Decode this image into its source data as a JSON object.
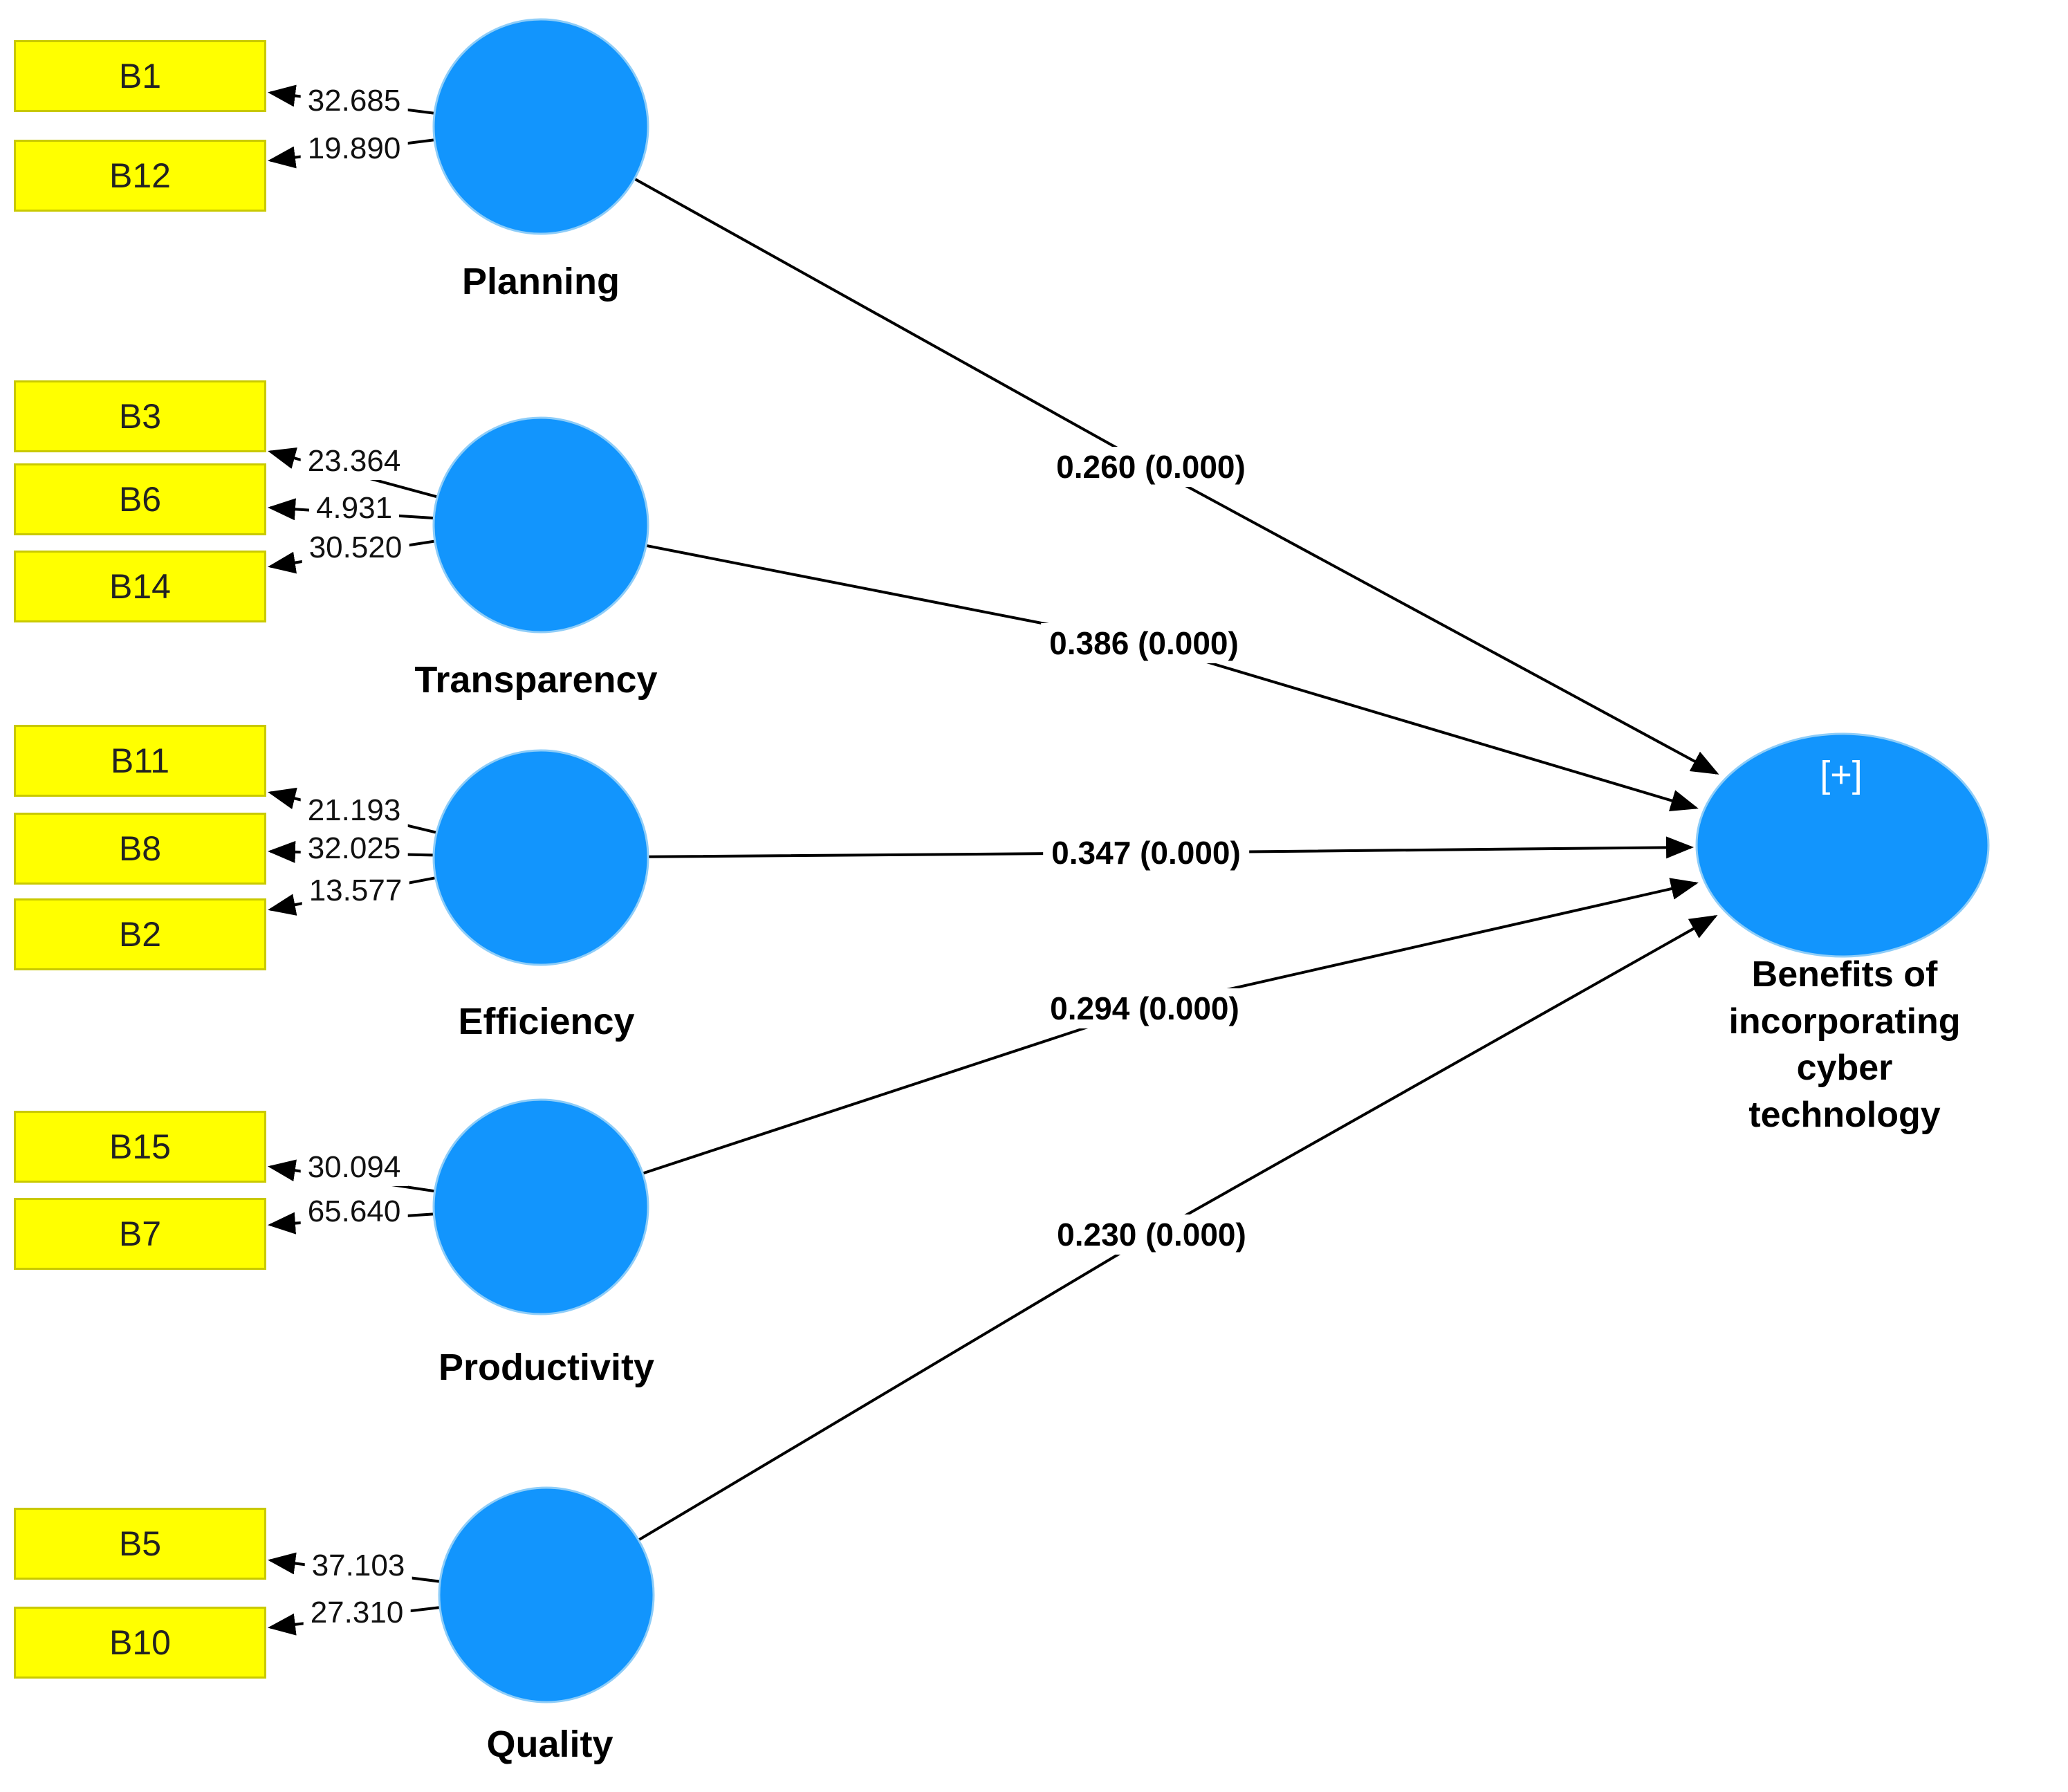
{
  "colors": {
    "construct_fill": "#1295FD",
    "construct_edge": "#8ECDF8",
    "indicator_fill": "#FFFF00",
    "indicator_border": "#C9C900",
    "line": "#000000"
  },
  "constructs": [
    {
      "label": "Planning",
      "coefficient": "0.260 (0.000)",
      "indicators": [
        {
          "id": "B1",
          "loading": "32.685"
        },
        {
          "id": "B12",
          "loading": "19.890"
        }
      ]
    },
    {
      "label": "Transparency",
      "coefficient": "0.386 (0.000)",
      "indicators": [
        {
          "id": "B3",
          "loading": "23.364"
        },
        {
          "id": "B6",
          "loading": "4.931"
        },
        {
          "id": "B14",
          "loading": "30.520"
        }
      ]
    },
    {
      "label": "Efficiency",
      "coefficient": "0.347 (0.000)",
      "indicators": [
        {
          "id": "B11",
          "loading": "21.193"
        },
        {
          "id": "B8",
          "loading": "32.025"
        },
        {
          "id": "B2",
          "loading": "13.577"
        }
      ]
    },
    {
      "label": "Productivity",
      "coefficient": "0.294 (0.000)",
      "indicators": [
        {
          "id": "B15",
          "loading": "30.094"
        },
        {
          "id": "B7",
          "loading": "65.640"
        }
      ]
    },
    {
      "label": "Quality",
      "coefficient": "0.230 (0.000)",
      "indicators": [
        {
          "id": "B5",
          "loading": "37.103"
        },
        {
          "id": "B10",
          "loading": "27.310"
        }
      ]
    }
  ],
  "outcome": {
    "plus_badge": "[+]",
    "label": "Benefits of\nincorporating cyber\ntechnology"
  }
}
